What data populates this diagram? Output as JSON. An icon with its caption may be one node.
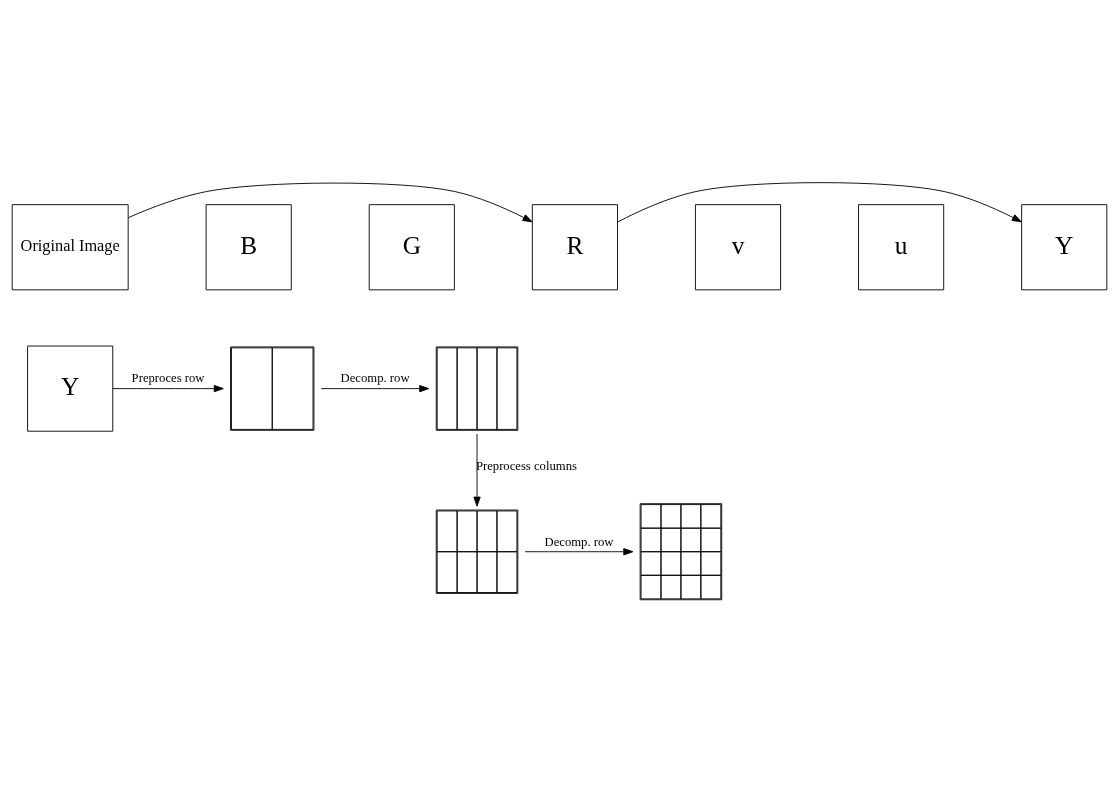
{
  "diagram": {
    "nodes": [
      {
        "text": [
          "Original Image"
        ]
      },
      {
        "text": [
          "B"
        ]
      },
      {
        "text": [
          "G"
        ]
      },
      {
        "text": [
          "R"
        ]
      },
      {
        "text": [
          "v"
        ]
      },
      {
        "text": [
          "u"
        ]
      },
      {
        "text": [
          "Y"
        ]
      },
      {
        "text": [
          "Y"
        ]
      },
      {
        "text": [],
        "shape": "grid"
      },
      {
        "text": [],
        "shape": "grid"
      },
      {
        "text": [],
        "shape": "grid"
      },
      {
        "text": [],
        "shape": "grid"
      }
    ],
    "edges": [
      {
        "from": 0,
        "to": 3,
        "arrow": "to"
      },
      {
        "from": 3,
        "to": 6,
        "arrow": "to"
      },
      {
        "from": 7,
        "to": 8,
        "arrow": "to",
        "label": "Preproces row"
      },
      {
        "from": 8,
        "to": 9,
        "arrow": "to",
        "label": "Decomp. row"
      },
      {
        "from": 9,
        "to": 10,
        "arrow": "to",
        "label": "Preprocess columns"
      },
      {
        "from": 10,
        "to": 11,
        "arrow": "to",
        "label": "Decomp. row"
      }
    ]
  }
}
